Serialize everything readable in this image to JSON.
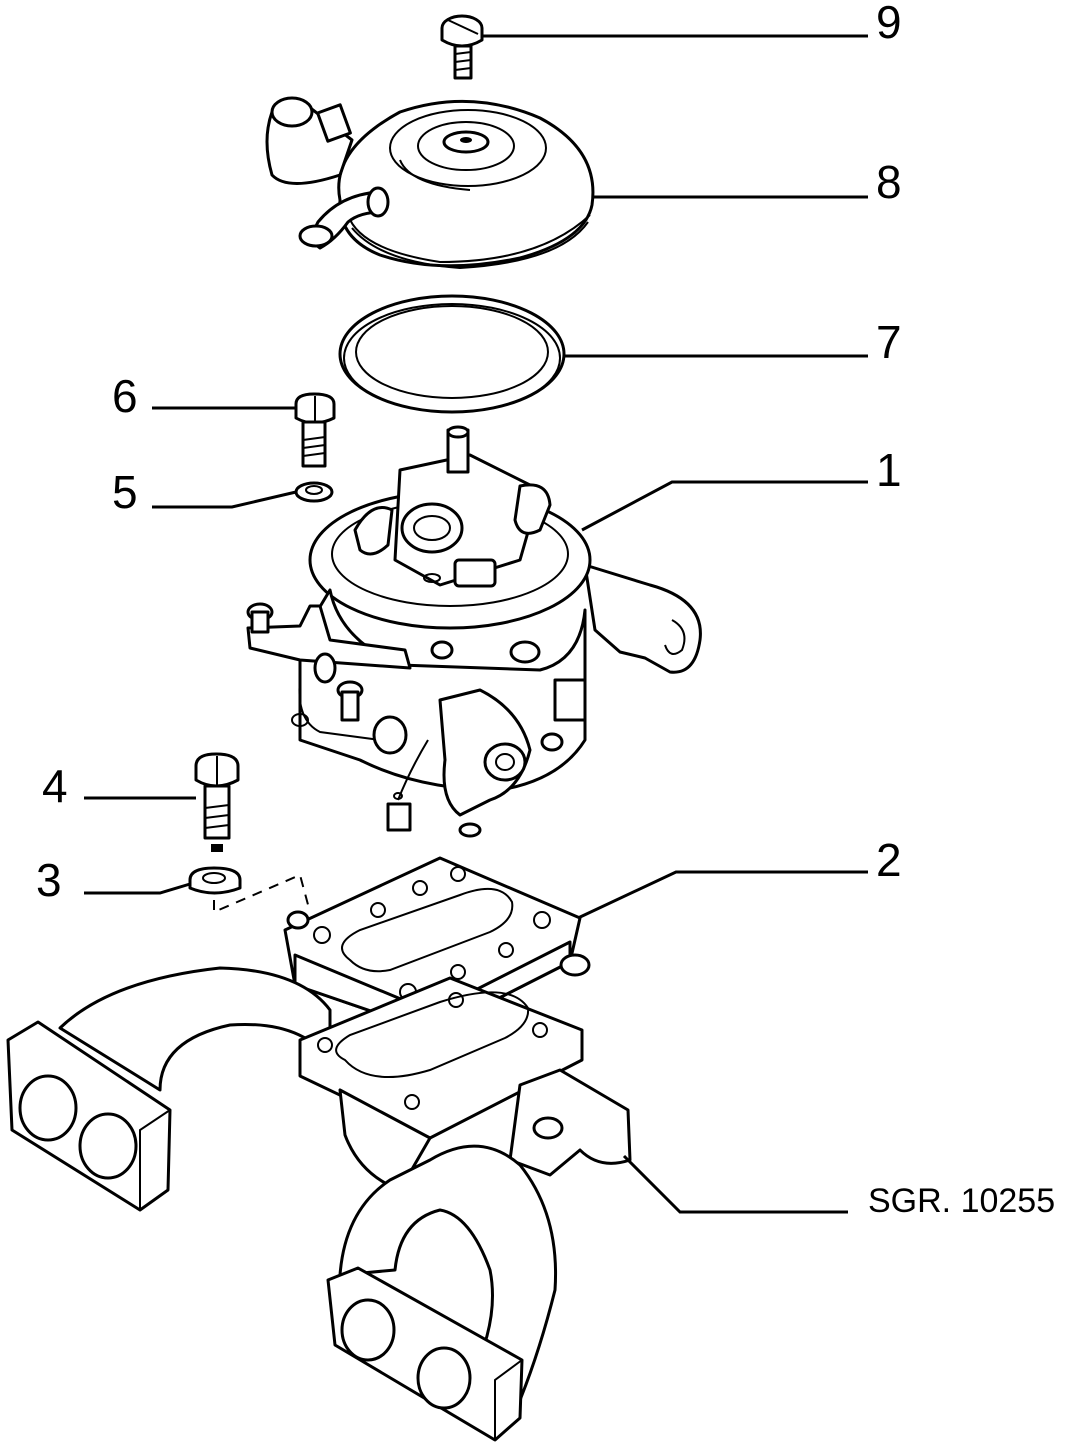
{
  "callouts": [
    {
      "id": "9",
      "label": "9"
    },
    {
      "id": "8",
      "label": "8"
    },
    {
      "id": "7",
      "label": "7"
    },
    {
      "id": "6",
      "label": "6"
    },
    {
      "id": "5",
      "label": "5"
    },
    {
      "id": "1",
      "label": "1"
    },
    {
      "id": "4",
      "label": "4"
    },
    {
      "id": "3",
      "label": "3"
    },
    {
      "id": "2",
      "label": "2"
    }
  ],
  "reference_code": "SGR. 10255",
  "parts": {
    "screw": "screw-9",
    "air_filter_cover": "air-filter-cover-8",
    "seal_ring": "seal-ring-7",
    "bolt_upper": "bolt-6",
    "washer_upper": "washer-5",
    "carburettor": "carburettor-1",
    "bolt_lower": "bolt-4",
    "washer_lower": "washer-3",
    "spacer_gasket": "spacer-gasket-2",
    "intake_manifold": "intake-manifold"
  }
}
